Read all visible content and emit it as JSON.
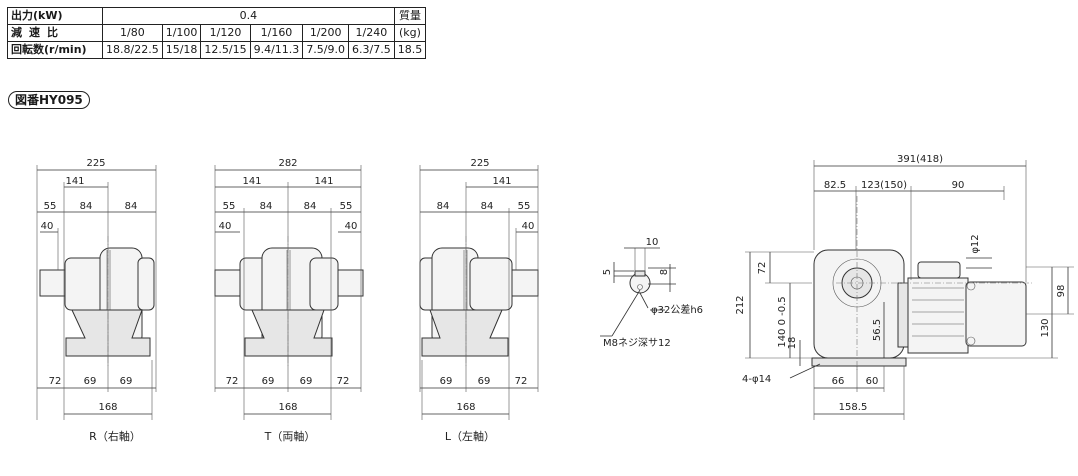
{
  "table": {
    "header_power": "出力(kW)",
    "power_value": "0.4",
    "header_mass": "質量",
    "mass_unit": "(kg)",
    "row_ratio": "減速比",
    "ratios": [
      "1/80",
      "1/100",
      "1/120",
      "1/160",
      "1/200",
      "1/240"
    ],
    "row_speed": "回転数(r/min)",
    "speeds": [
      "18.8/22.5",
      "15/18",
      "12.5/15",
      "9.4/11.3",
      "7.5/9.0",
      "6.3/7.5"
    ],
    "mass_value": "18.5"
  },
  "figure_no": "図番HY095",
  "views": {
    "R": {
      "caption": "R（右軸）",
      "dims": [
        "225",
        "141",
        "55",
        "84",
        "84",
        "40",
        "72",
        "69",
        "69",
        "168"
      ]
    },
    "T": {
      "caption": "T（両軸）",
      "dims": [
        "282",
        "141",
        "141",
        "55",
        "84",
        "84",
        "55",
        "40",
        "40",
        "72",
        "69",
        "69",
        "72",
        "168"
      ]
    },
    "L": {
      "caption": "L（左軸）",
      "dims": [
        "225",
        "141",
        "84",
        "84",
        "55",
        "40",
        "69",
        "69",
        "72",
        "168"
      ]
    }
  },
  "shaft_detail": {
    "dims": [
      "10",
      "5",
      "8",
      "φ32公差h6",
      "M8ネジ深サ12"
    ]
  },
  "side_view": {
    "dims": [
      "391(418)",
      "82.5",
      "123(150)",
      "90",
      "φ12",
      "72",
      "212",
      "140 0 -0.5",
      "18",
      "56.5",
      "98",
      "130",
      "4-φ14",
      "66",
      "60",
      "158.5"
    ]
  }
}
